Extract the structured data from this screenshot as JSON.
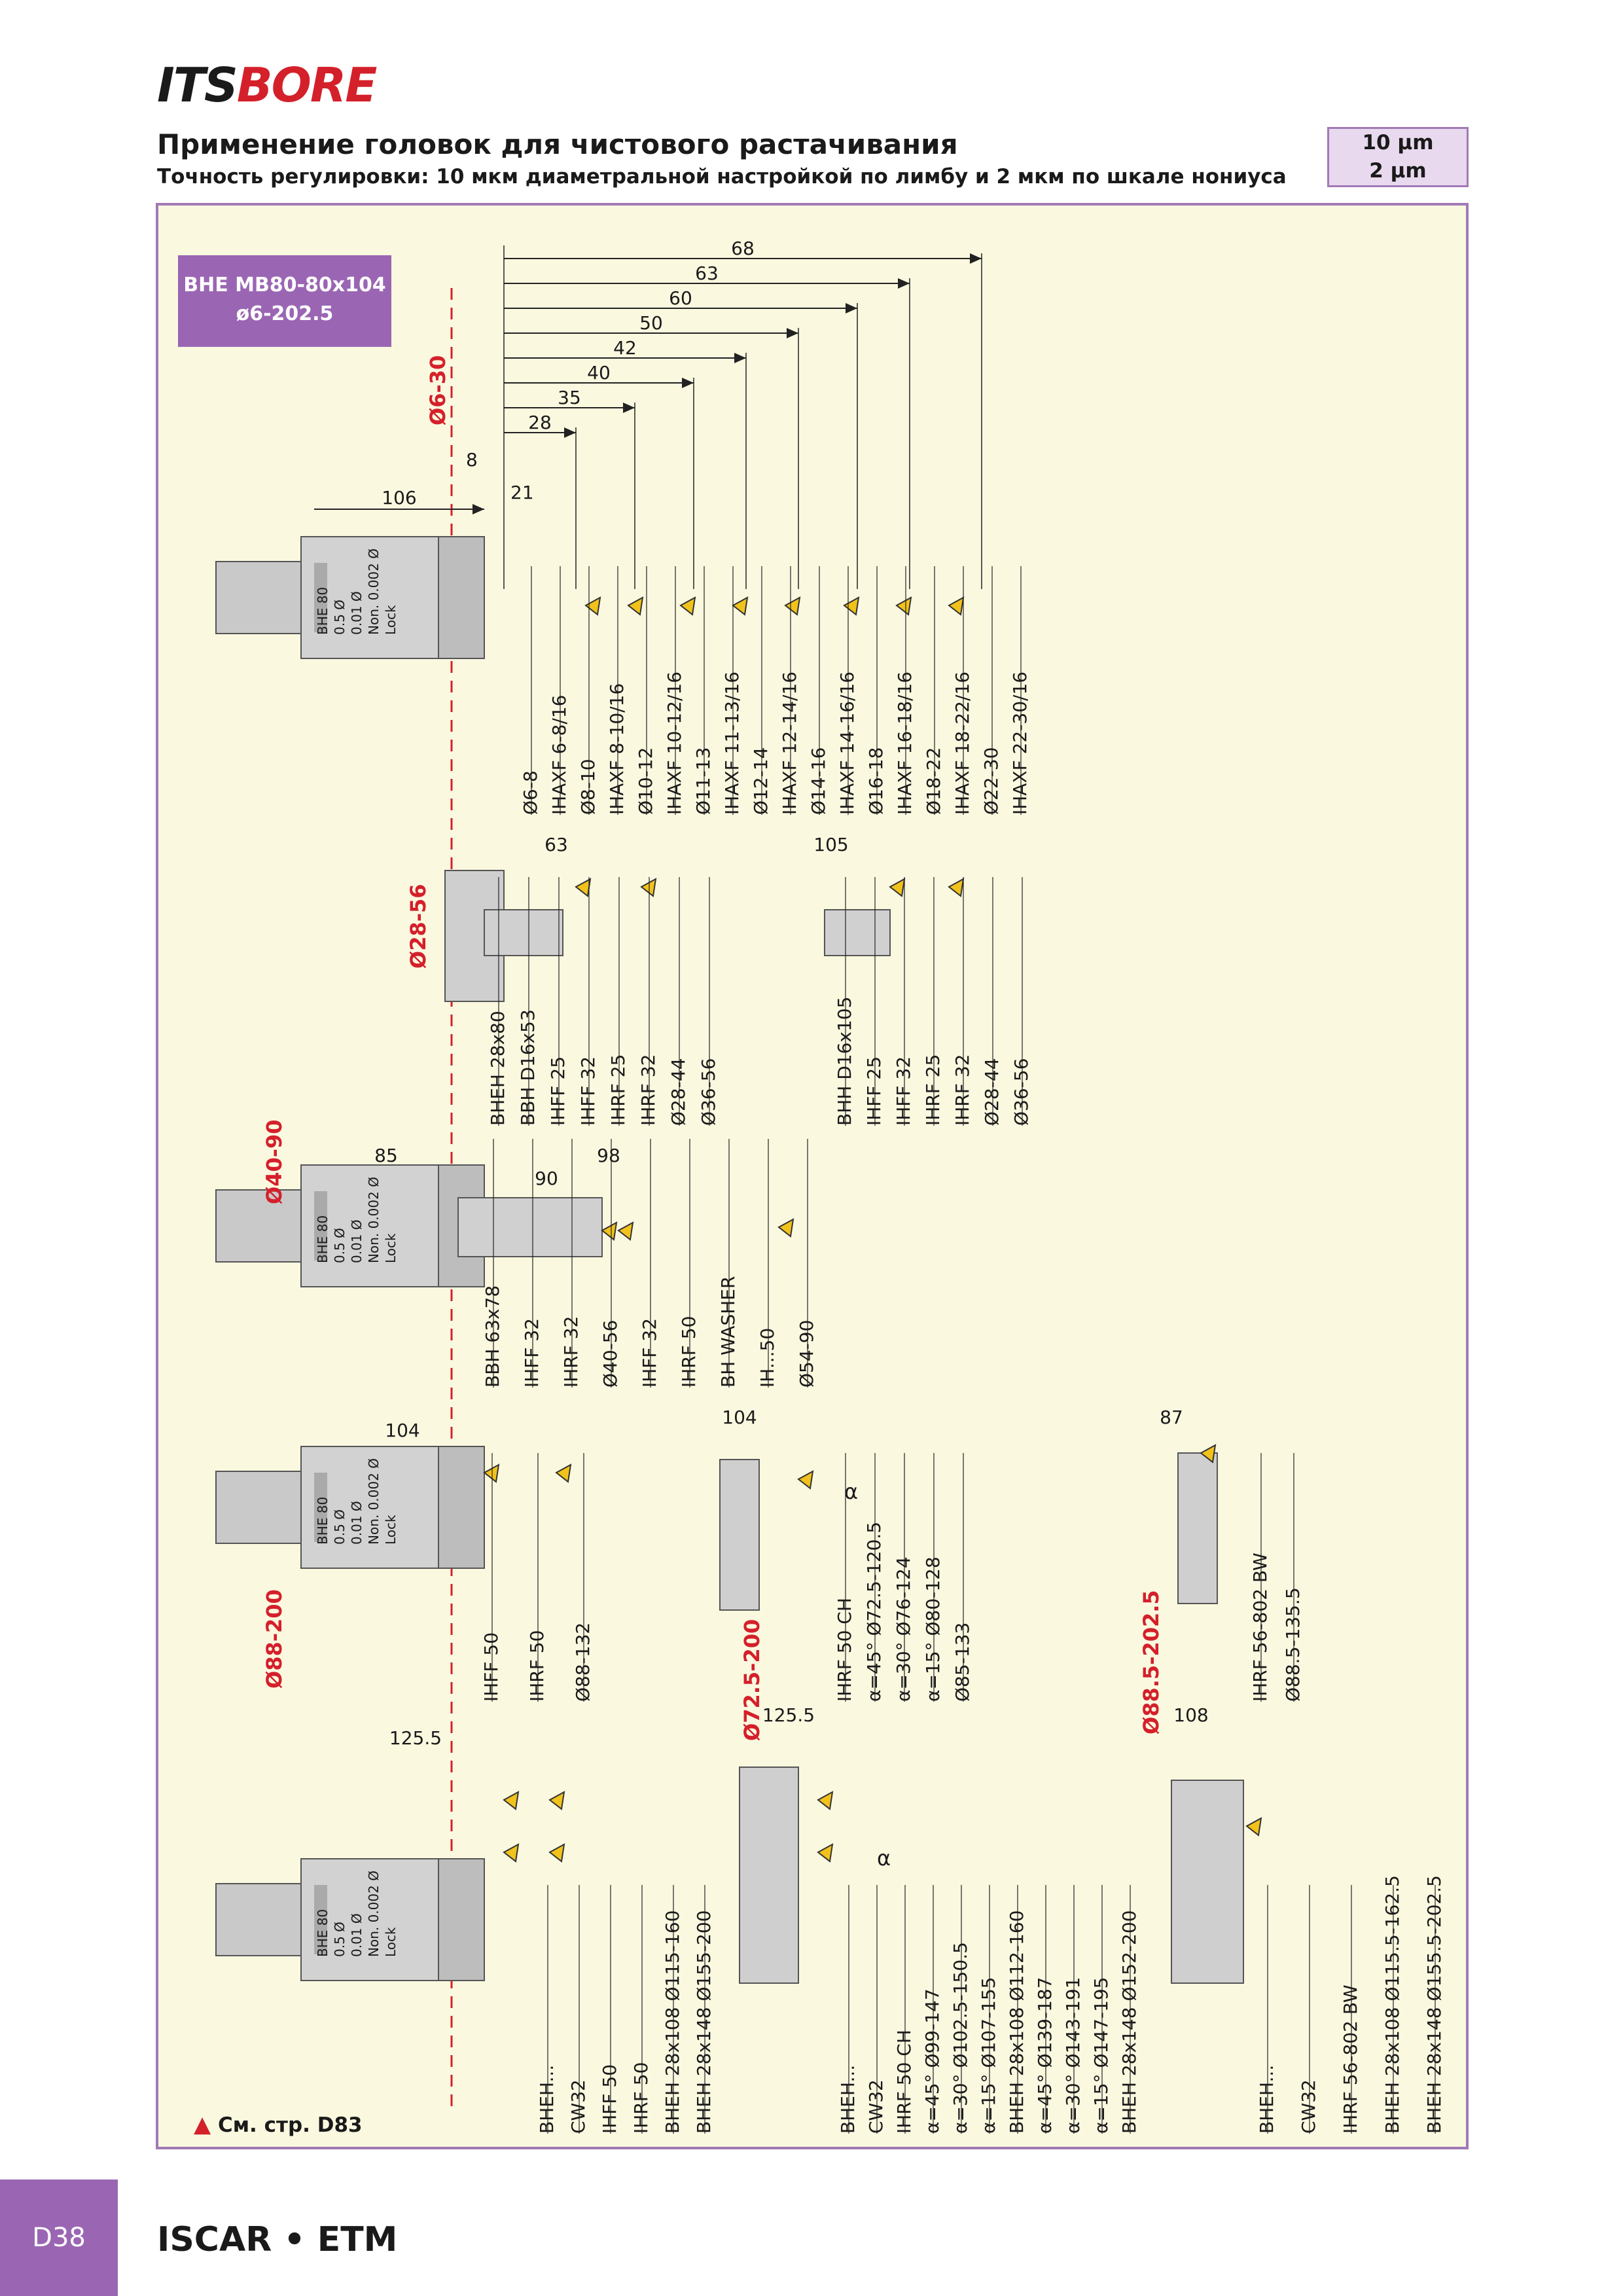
{
  "logo": {
    "its": "ITS",
    "bore": "BORE"
  },
  "header": {
    "title": "Применение головок для чистового растачивания",
    "subtitle": "Точность регулировки: 10 мкм диаметральной настройкой по лимбу и 2 мкм по шкале нониуса",
    "precision": [
      "10 µm",
      "2 µm"
    ]
  },
  "model": {
    "name": "BHE MB80-80x104",
    "range": "ø6-202.5"
  },
  "head_marks": [
    "BHE 80",
    "0.5 Ø",
    "0.01 Ø",
    "Non. 0.002 Ø",
    "Lock"
  ],
  "diameter_ranges": [
    "Ø6-30",
    "Ø28-56",
    "Ø40-90",
    "Ø88-200",
    "Ø72.5-200",
    "Ø88.5-202.5"
  ],
  "section1": {
    "dims": [
      "68",
      "63",
      "60",
      "50",
      "42",
      "40",
      "35",
      "28",
      "8",
      "21",
      "106"
    ],
    "labels": [
      "Ø6-8",
      "IHAXF 6-8/16",
      "Ø8-10",
      "IHAXF 8-10/16",
      "Ø10-12",
      "IHAXF 10-12/16",
      "Ø11-13",
      "IHAXF 11-13/16",
      "Ø12-14",
      "IHAXF 12-14/16",
      "Ø14-16",
      "IHAXF 14-16/16",
      "Ø16-18",
      "IHAXF 16-18/16",
      "Ø18-22",
      "IHAXF 18-22/16",
      "Ø22-30",
      "IHAXF 22-30/16"
    ]
  },
  "section2": {
    "dims": [
      "63",
      "105"
    ],
    "labels_a": [
      "BHEH 28x80",
      "BBH D16x53",
      "IHFF 25",
      "IHFF 32",
      "IHRF 25",
      "IHRF 32",
      "Ø28-44",
      "Ø36-56"
    ],
    "labels_b": [
      "BHH D16x105",
      "IHFF 25",
      "IHFF 32",
      "IHRF 25",
      "IHRF 32",
      "Ø28-44",
      "Ø36-56"
    ]
  },
  "section3": {
    "dims": [
      "85",
      "98",
      "90"
    ],
    "labels": [
      "BBH 63x78",
      "IHFF 32",
      "IHRF 32",
      "Ø40-56",
      "IHFF 32",
      "IHRF 50",
      "BH WASHER",
      "IH...50",
      "Ø54-90"
    ]
  },
  "section4": {
    "dims": [
      "104",
      "104",
      "87"
    ],
    "alpha": "α",
    "labels_a": [
      "IHFF 50",
      "IHRF 50",
      "Ø88-132"
    ],
    "labels_b": [
      "IHRF 50 CH",
      "α=45° Ø72.5-120.5",
      "α=30° Ø76-124",
      "α=15° Ø80-128",
      "Ø85-133"
    ],
    "labels_c": [
      "IHRF 56-802 BW",
      "Ø88.5-135.5"
    ]
  },
  "section5": {
    "dims": [
      "125.5",
      "125.5",
      "108"
    ],
    "labels_a": [
      "BHEH...",
      "CW32",
      "IHFF 50",
      "IHRF 50",
      "BHEH 28x108 Ø115-160",
      "BHEH 28x148 Ø155-200"
    ],
    "labels_b": [
      "BHEH...",
      "CW32",
      "IHRF 50 CH",
      "α=45° Ø99-147",
      "α=30° Ø102.5-150.5",
      "α=15° Ø107-155",
      "BHEH 28x108 Ø112-160",
      "α=45° Ø139-187",
      "α=30° Ø143-191",
      "α=15° Ø147-195",
      "BHEH 28x148 Ø152-200"
    ],
    "labels_c": [
      "BHEH...",
      "CW32",
      "IHRF 56-802 BW",
      "BHEH 28x108 Ø115.5-162.5",
      "BHEH 28x148 Ø155.5-202.5"
    ]
  },
  "warning": "См. стр. D83",
  "footer": {
    "page": "D38",
    "brand": "ISCAR • ETM"
  },
  "colors": {
    "purple": "#9a66b3",
    "red": "#d4202a",
    "insert": "#f1c21b",
    "body": "#c8c8c8",
    "panel": "#fbf8e0"
  }
}
